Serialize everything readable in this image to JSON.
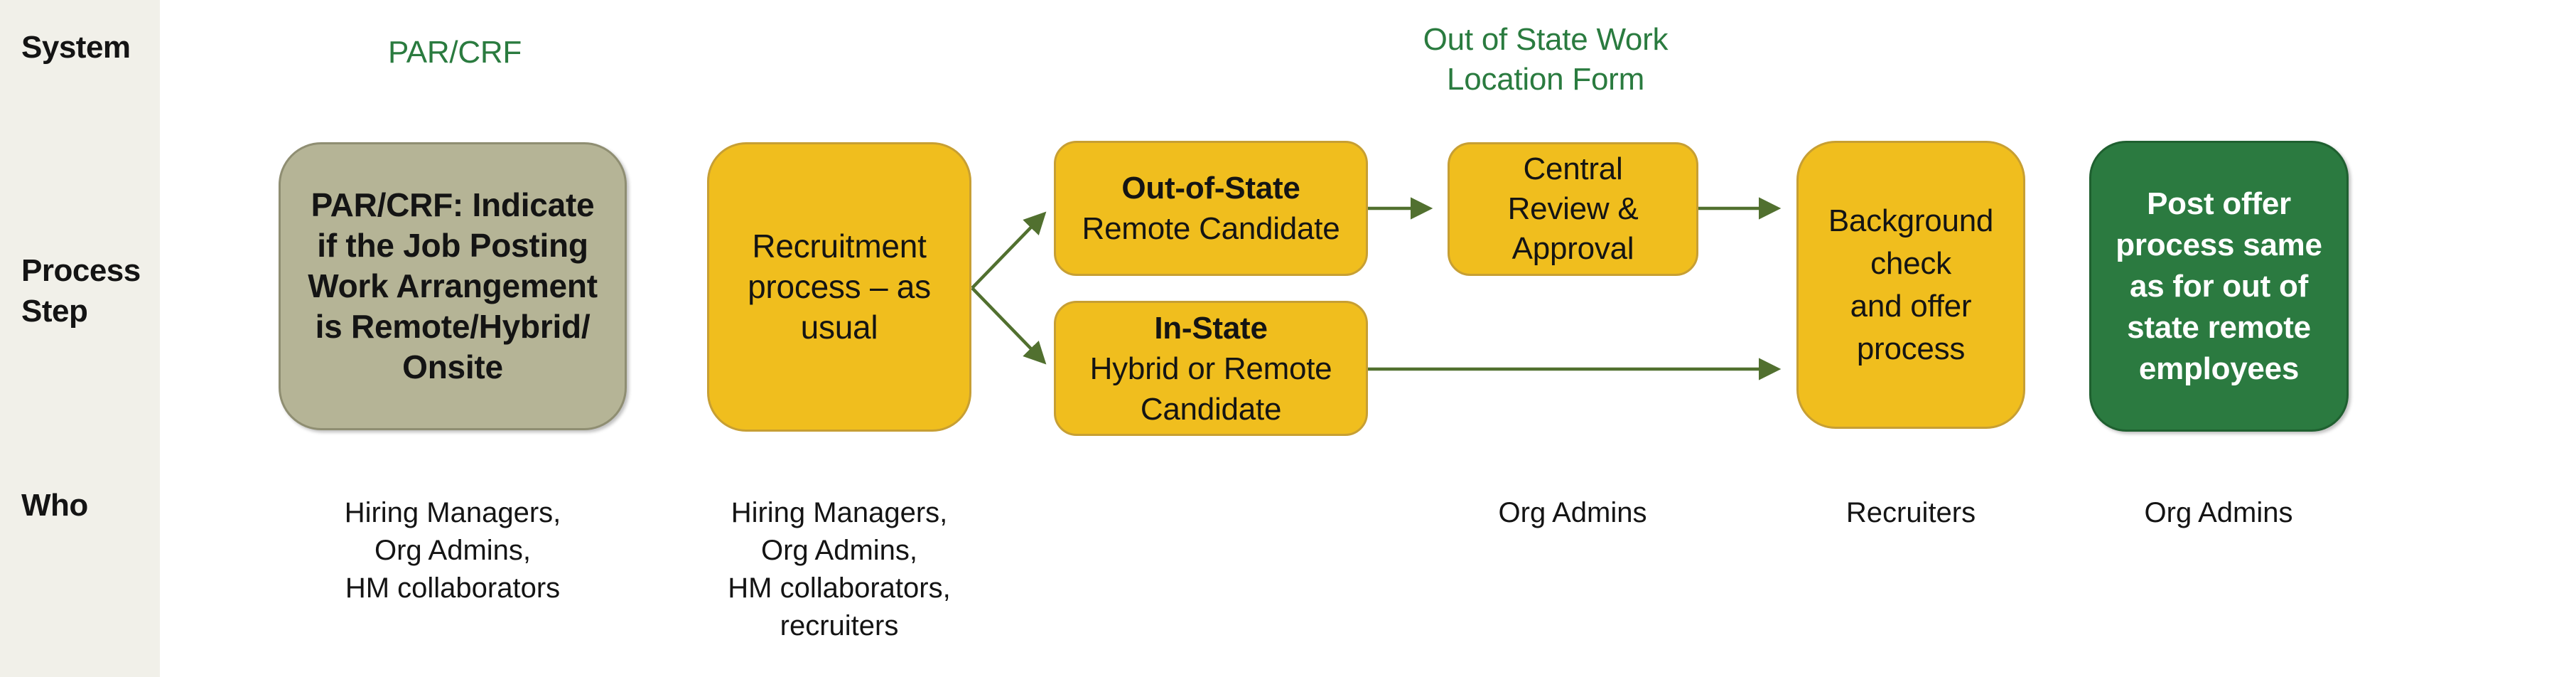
{
  "colors": {
    "page_bg": "#ffffff",
    "sidebar_bg": "#f1f0e9",
    "box_yellow": "#f0be1e",
    "box_yellow_border": "#c79f33",
    "box_olive": "#b5b496",
    "box_olive_border": "#8f8e72",
    "box_green": "#2b7a40",
    "box_green_border": "#1f6030",
    "header_green": "#2a7b3f",
    "arrow_green": "#51702f",
    "text_dark": "#141414",
    "text_light": "#ffffff"
  },
  "row_labels": {
    "system": "System",
    "process_step": "Process Step",
    "who": "Who"
  },
  "system_row": {
    "par_crf_label": "PAR/CRF",
    "oos_form_lines": [
      "Out of State Work",
      "Location Form"
    ]
  },
  "process_boxes": {
    "par_crf_step": {
      "lines": [
        "PAR/CRF: Indicate",
        "if the Job Posting",
        "Work Arrangement",
        "is Remote/Hybrid/",
        "Onsite"
      ]
    },
    "recruitment": {
      "lines": [
        "Recruitment",
        "process – as",
        "usual"
      ]
    },
    "out_of_state": {
      "title": "Out-of-State",
      "lines": [
        "Remote Candidate"
      ]
    },
    "in_state": {
      "title": "In-State",
      "lines": [
        "Hybrid or Remote",
        "Candidate"
      ]
    },
    "central_review": {
      "lines": [
        "Central",
        "Review &",
        "Approval"
      ]
    },
    "background_check": {
      "lines": [
        "Background",
        "check",
        "and offer",
        "process"
      ]
    },
    "post_offer": {
      "lines": [
        "Post offer",
        "process same",
        "as for out of",
        "state remote",
        "employees"
      ]
    }
  },
  "who_row": {
    "par_crf_step": [
      "Hiring Managers,",
      "Org Admins,",
      "HM collaborators"
    ],
    "recruitment": [
      "Hiring Managers,",
      "Org Admins,",
      "HM collaborators,",
      "recruiters"
    ],
    "central_review": [
      "Org Admins"
    ],
    "background_check": [
      "Recruiters"
    ],
    "post_offer": [
      "Org Admins"
    ]
  }
}
